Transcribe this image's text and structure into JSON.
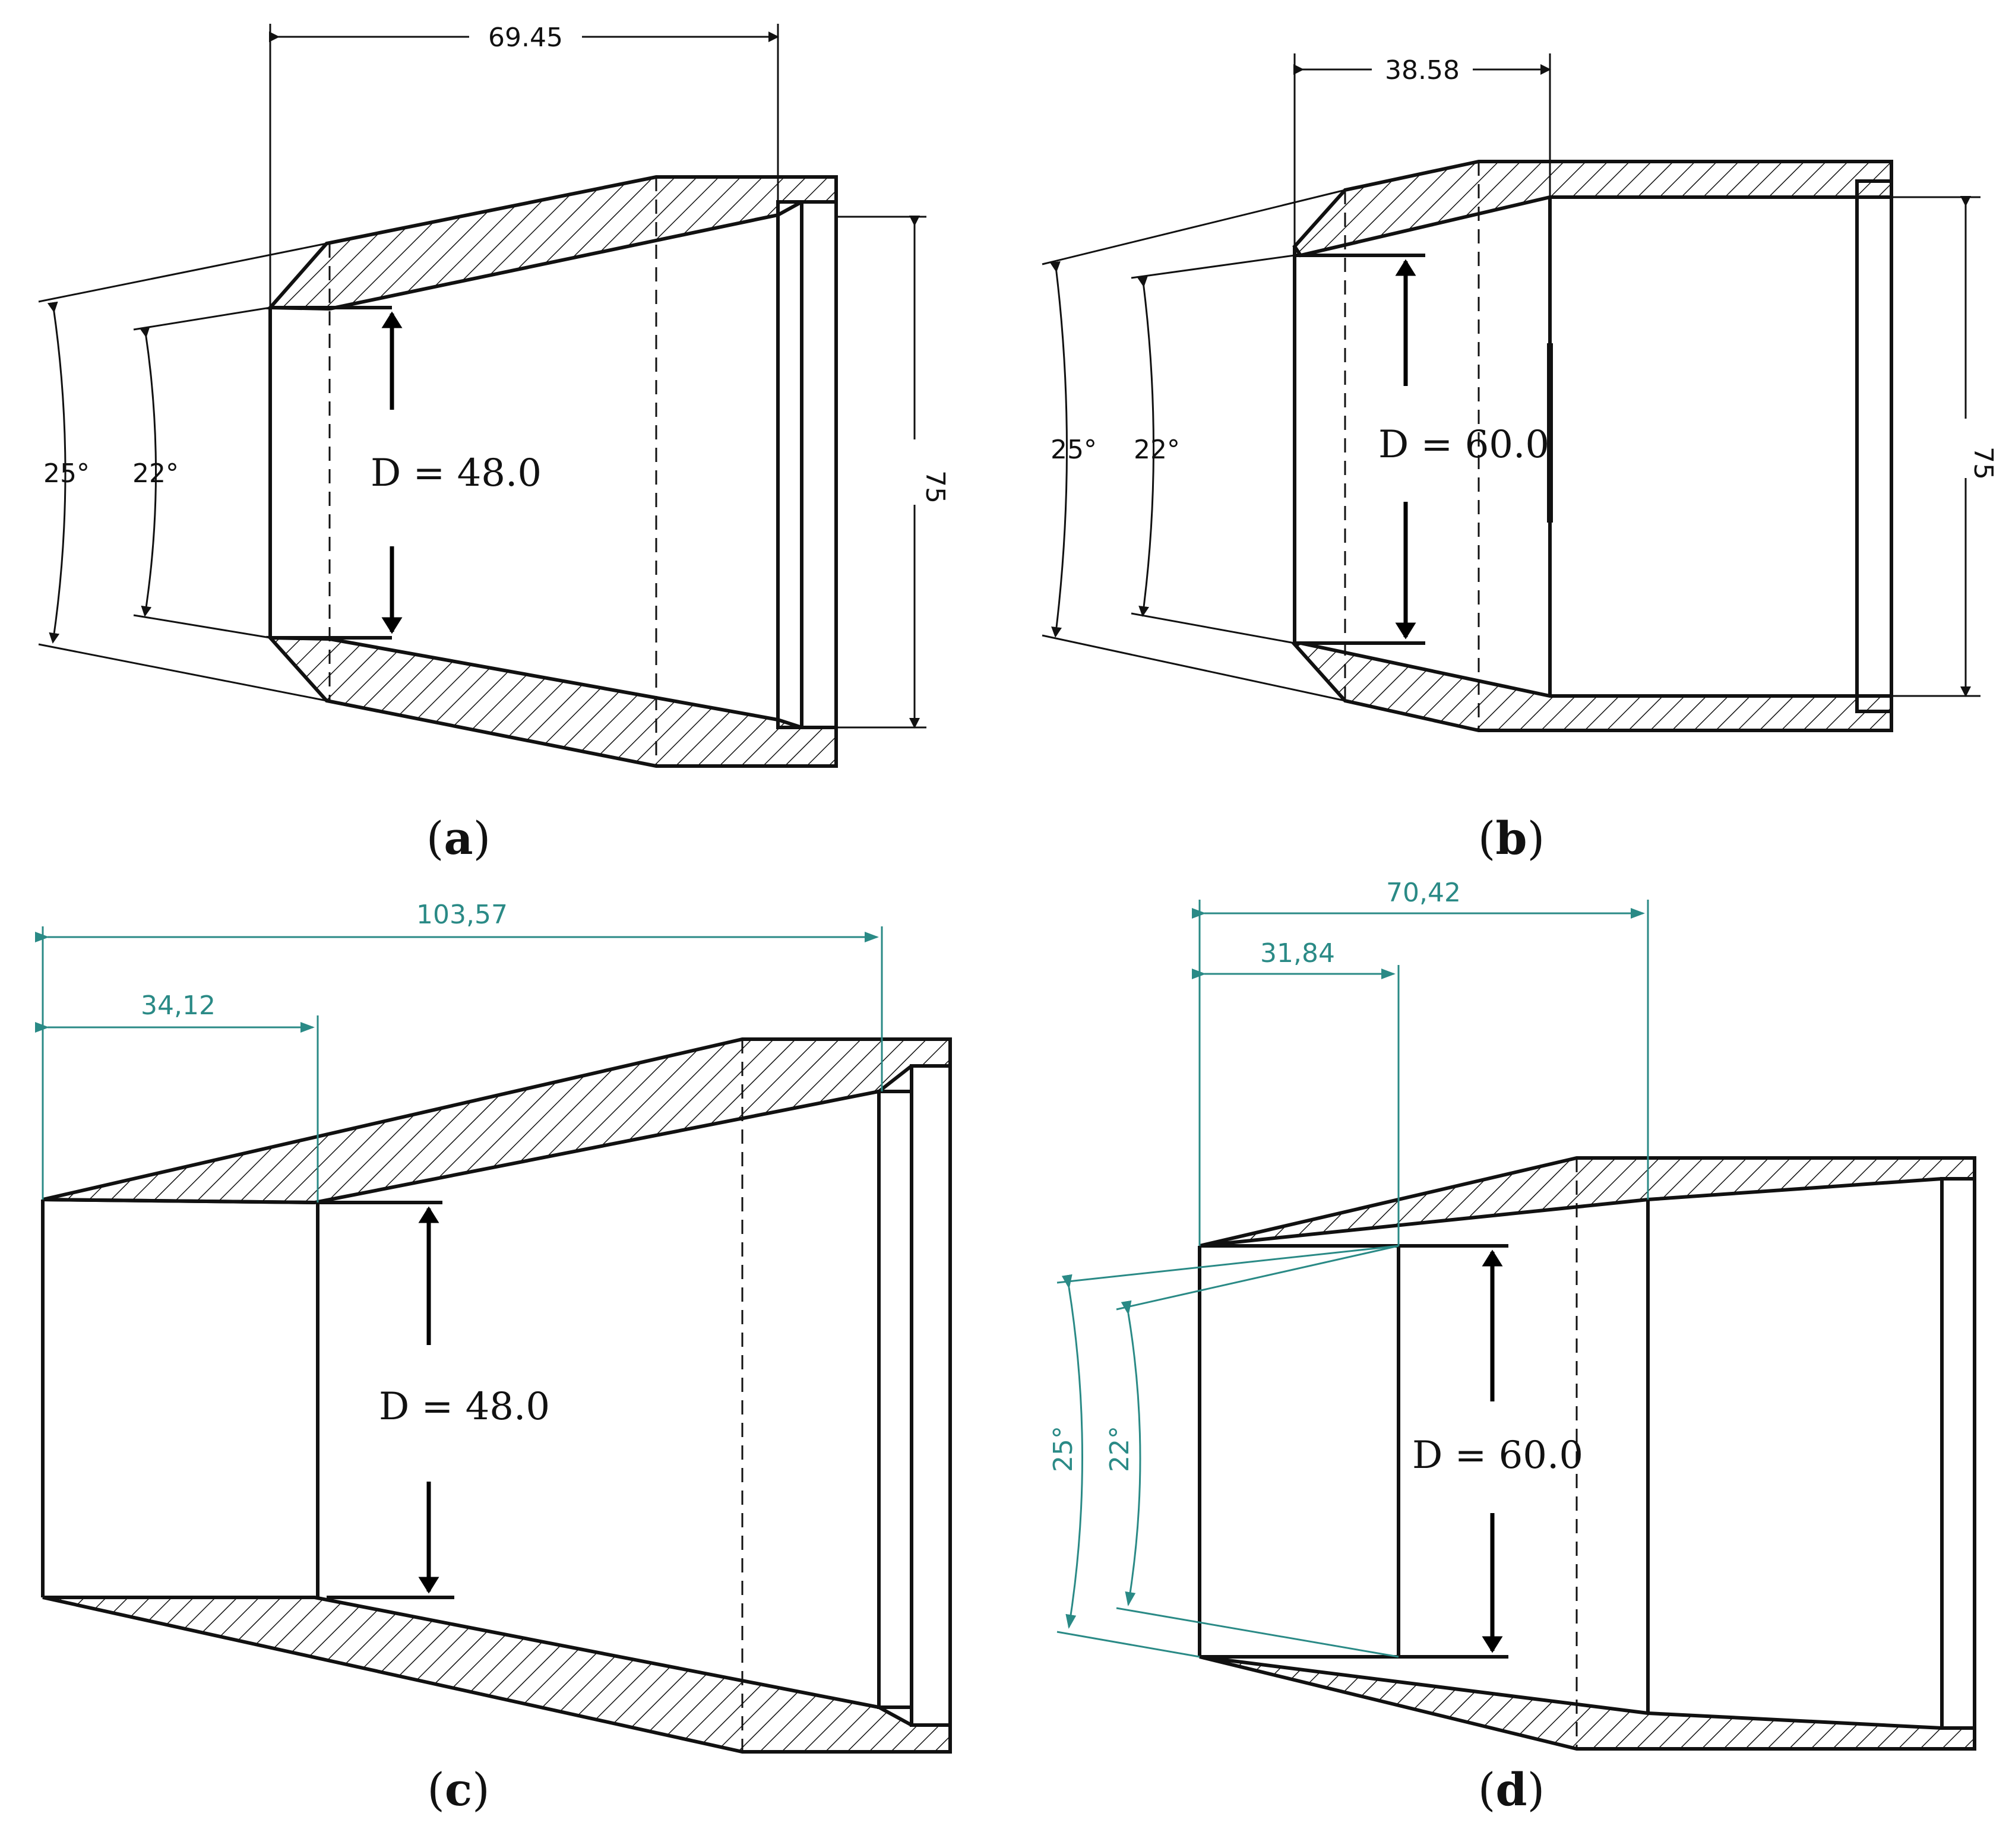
{
  "panels": [
    {
      "id": "a",
      "caption": "a",
      "length_dim": "69.45",
      "outer_dim": "75",
      "angle_outer": "25°",
      "angle_inner": "22°",
      "diameter_label": "D = 48.0"
    },
    {
      "id": "b",
      "caption": "b",
      "length_dim": "38.58",
      "outer_dim": "75",
      "angle_outer": "25°",
      "angle_inner": "22°",
      "diameter_label": "D = 60.0"
    },
    {
      "id": "c",
      "caption": "c",
      "total_dim": "103,57",
      "throat_dim": "34,12",
      "diameter_label": "D = 48.0"
    },
    {
      "id": "d",
      "caption": "d",
      "total_dim": "70,42",
      "throat_dim": "31,84",
      "angle_outer": "25°",
      "angle_inner": "22°",
      "diameter_label": "D = 60.0"
    }
  ],
  "colors": {
    "line": "#111111",
    "dimension_green": "#2a8a86"
  }
}
